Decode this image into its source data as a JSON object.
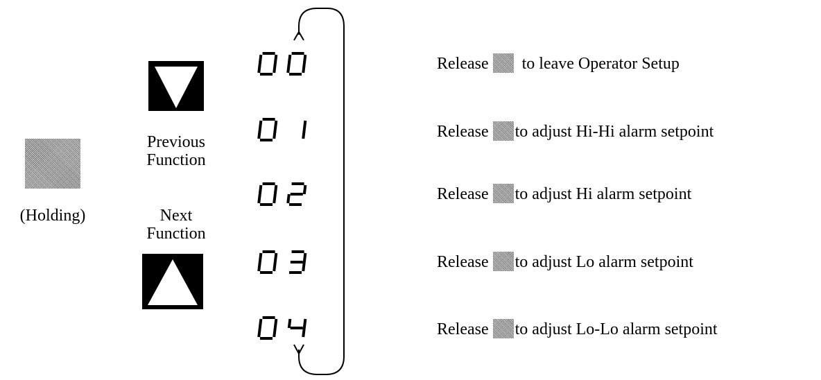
{
  "holding_label": "(Holding)",
  "keys": {
    "previous": {
      "line1": "Previous",
      "line2": "Function",
      "icon": "triangle-down"
    },
    "next": {
      "line1": "Next",
      "line2": "Function",
      "icon": "triangle-up"
    }
  },
  "display_codes": [
    {
      "left": "0",
      "right": "0"
    },
    {
      "left": "0",
      "right": "1"
    },
    {
      "left": "0",
      "right": "2"
    },
    {
      "left": "0",
      "right": "3"
    },
    {
      "left": "0",
      "right": "4"
    }
  ],
  "rows": [
    {
      "release": "Release",
      "action": "to leave Operator Setup"
    },
    {
      "release": "Release",
      "action": "to adjust Hi-Hi alarm setpoint"
    },
    {
      "release": "Release",
      "action": "to adjust Hi alarm setpoint"
    },
    {
      "release": "Release",
      "action": "to adjust Lo alarm setpoint"
    },
    {
      "release": "Release",
      "action": "to adjust Lo-Lo alarm setpoint"
    }
  ]
}
